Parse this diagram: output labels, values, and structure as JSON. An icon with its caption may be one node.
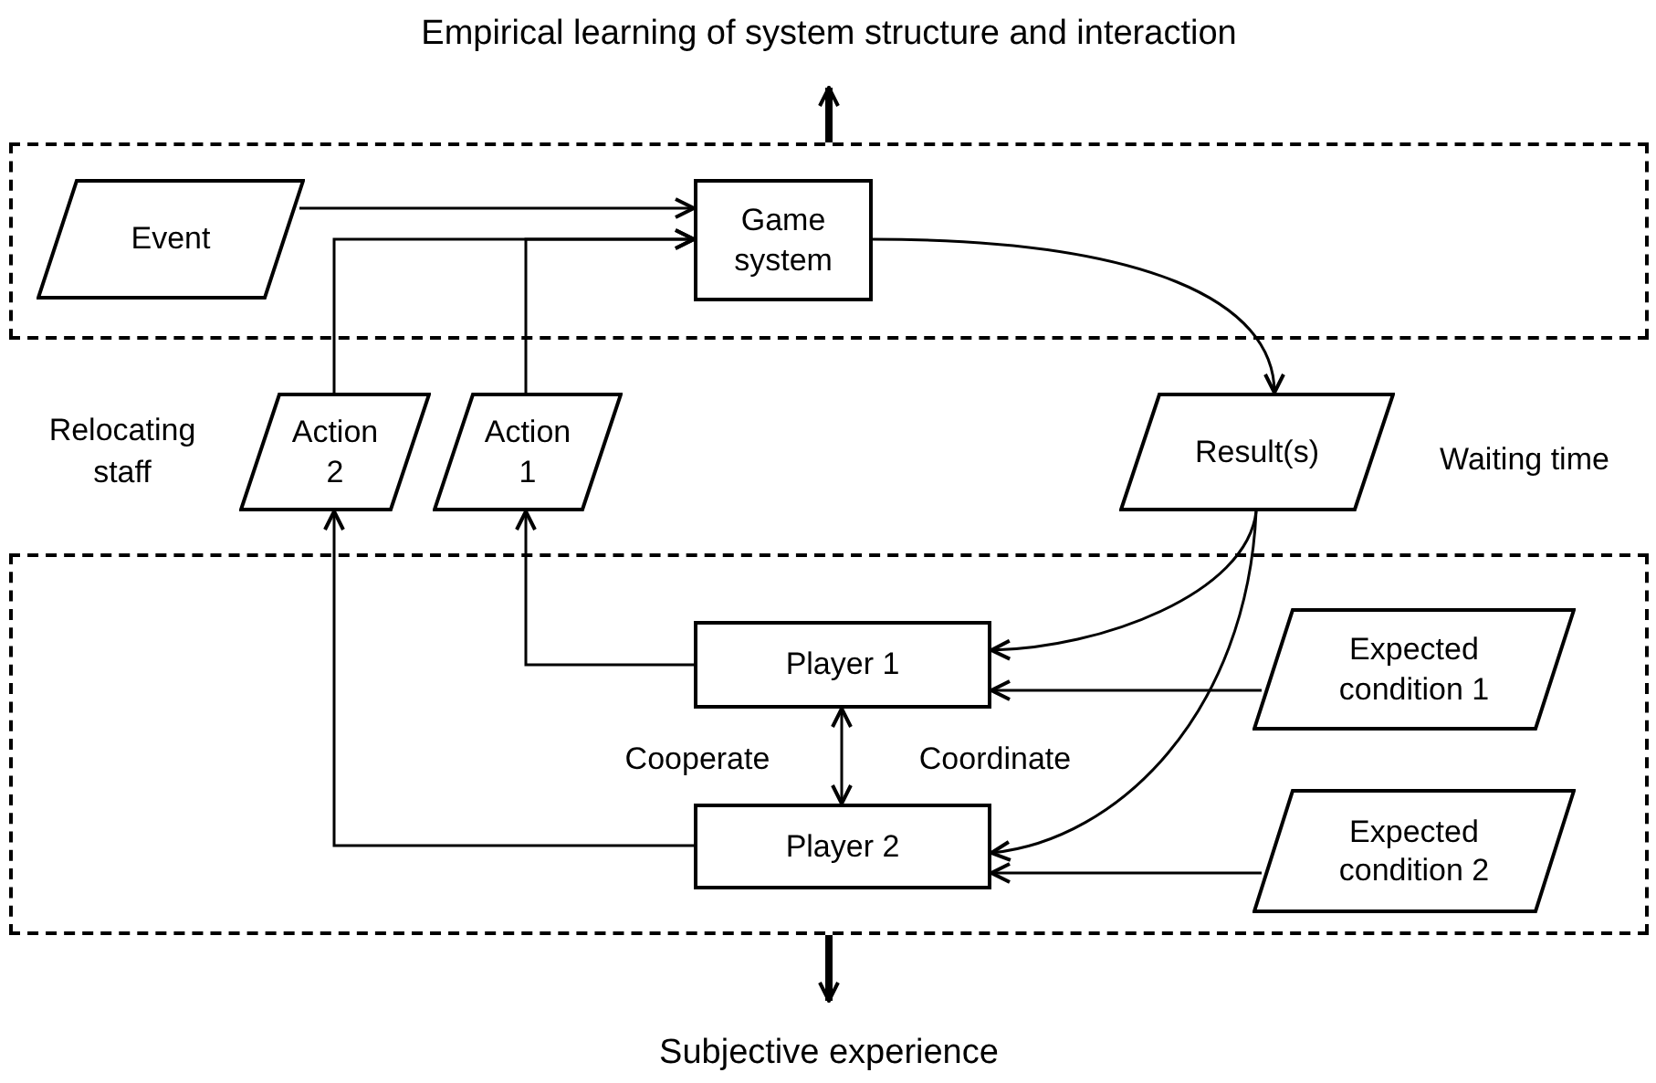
{
  "diagram": {
    "nodes": [
      {
        "text": [
          "Empirical learning of system structure and interaction"
        ]
      },
      {
        "text": [],
        "shape": "box"
      },
      {
        "text": [
          "Event"
        ],
        "in": 1
      },
      {
        "text": [
          "Game system"
        ],
        "in": 1
      },
      {
        "text": [
          "Action 2"
        ],
        "beside": [
          "Relocating staff"
        ]
      },
      {
        "text": [
          "Action 1"
        ]
      },
      {
        "text": [
          "Result(s)"
        ],
        "beside": [
          "Waiting time"
        ]
      },
      {
        "text": [],
        "shape": "box"
      },
      {
        "text": [
          "Player 1"
        ],
        "in": 7
      },
      {
        "text": [
          "Player 2"
        ],
        "in": 7
      },
      {
        "text": [
          "Expected condition 1"
        ],
        "in": 7
      },
      {
        "text": [
          "Expected condition 2"
        ],
        "in": 7
      },
      {
        "text": [
          "Subjective experience"
        ]
      }
    ],
    "edges": [
      {
        "from": 1,
        "to": 0,
        "arrow": "to",
        "style": "thick"
      },
      {
        "from": 2,
        "to": 3,
        "arrow": "to"
      },
      {
        "from": 4,
        "to": 3,
        "arrow": "to"
      },
      {
        "from": 5,
        "to": 3,
        "arrow": "to"
      },
      {
        "from": 3,
        "to": 6,
        "arrow": "to"
      },
      {
        "from": 6,
        "to": 8,
        "arrow": "to"
      },
      {
        "from": 6,
        "to": 9,
        "arrow": "to"
      },
      {
        "from": 8,
        "to": 5,
        "arrow": "to"
      },
      {
        "from": 9,
        "to": 4,
        "arrow": "to"
      },
      {
        "from": 10,
        "to": 8,
        "arrow": "to"
      },
      {
        "from": 11,
        "to": 9,
        "arrow": "to"
      },
      {
        "from": 8,
        "to": 9,
        "arrow": "both"
      },
      {
        "from": 7,
        "to": 12,
        "arrow": "to",
        "style": "thick"
      }
    ],
    "labels": [
      "Cooperate",
      "Coordinate"
    ]
  }
}
